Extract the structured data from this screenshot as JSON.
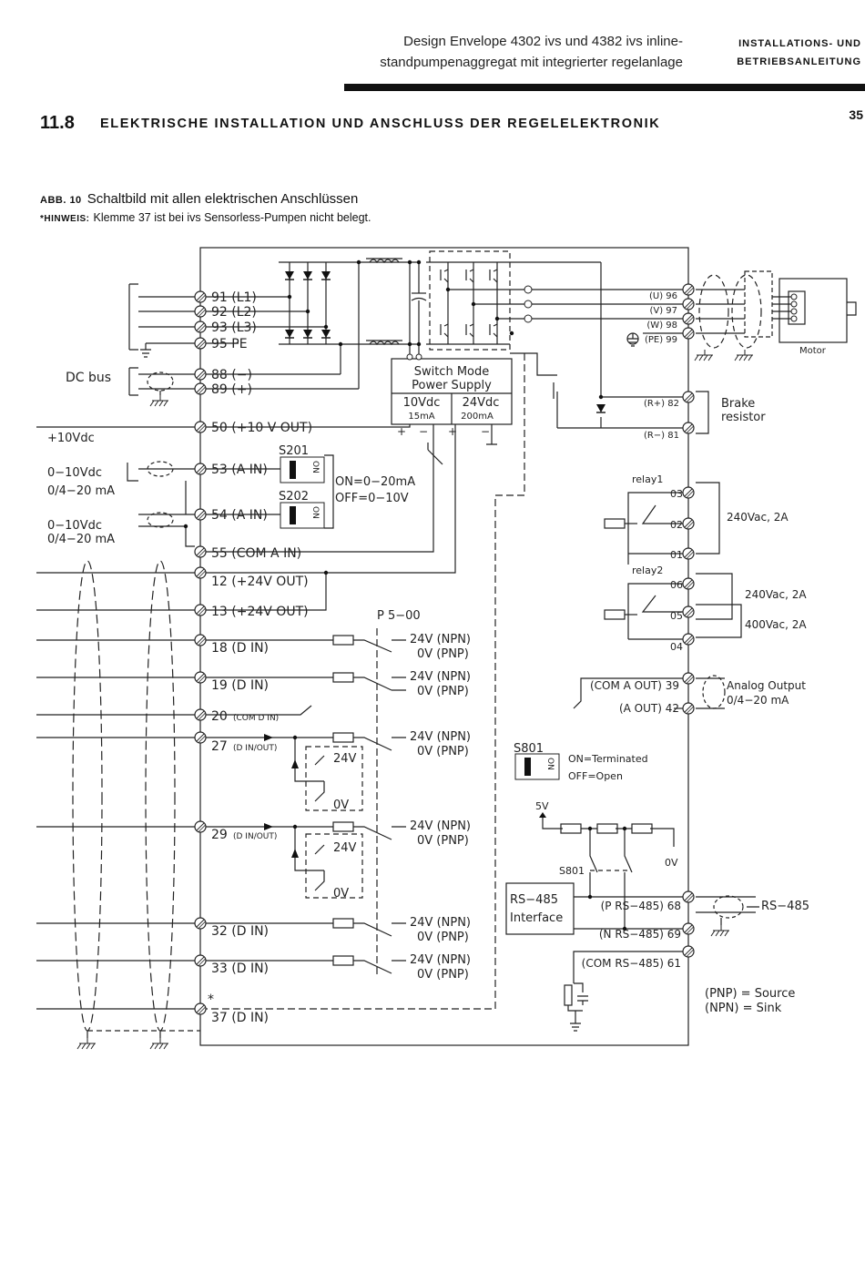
{
  "header": {
    "title_line1": "Design Envelope 4302 ivs und 4382 ivs inline-",
    "title_line2": "standpumpenaggregat mit integrierter regelanlage",
    "manual_line1": "INSTALLATIONS- UND",
    "manual_line2": "BETRIEBSANLEITUNG",
    "page_number": "35"
  },
  "section": {
    "number": "11.8",
    "title": "ELEKTRISCHE INSTALLATION UND ANSCHLUSS DER REGELELEKTRONIK"
  },
  "figure": {
    "label": "ABB. 10",
    "caption": "Schaltbild mit allen elektrischen Anschlüssen",
    "note_label": "*HINWEIS:",
    "note_text": "Klemme 37 ist bei ivs Sensorless-Pumpen nicht belegt."
  },
  "diagram": {
    "mains_terminals": [
      "91 (L1)",
      "92 (L2)",
      "93 (L3)",
      "95 PE"
    ],
    "dc_bus_label": "DC bus",
    "dc_terminals": [
      "88 (−)",
      "89 (+)"
    ],
    "smps": {
      "title1": "Switch Mode",
      "title2": "Power Supply",
      "out1": "10Vdc",
      "out1_cur": "15mA",
      "out2": "24Vdc",
      "out2_cur": "200mA"
    },
    "ext_labels": {
      "plus10": "+10Vdc",
      "ain1a": "0−10Vdc",
      "ain1b": "0/4−20 mA",
      "ain2a": "0−10Vdc",
      "ain2b": "0/4−20 mA"
    },
    "analog_terminals": [
      "50 (+10 V OUT)",
      "53 (A IN)",
      "54 (A IN)",
      "55 (COM A IN)"
    ],
    "switches": {
      "s201": "S201",
      "s202": "S202",
      "on_label": "ON",
      "mode_on": "ON=0−20mA",
      "mode_off": "OFF=0−10V"
    },
    "supply_terminals": [
      "12 (+24V OUT)",
      "13 (+24V OUT)"
    ],
    "param": "P 5−00",
    "digital": {
      "t18": "18 (D IN)",
      "t19": "19 (D IN)",
      "t20_num": "20",
      "t20_sub": "(COM D IN)",
      "t27_num": "27",
      "t27_sub": "(D IN/OUT)",
      "t29_num": "29",
      "t29_sub": "(D IN/OUT)",
      "t32": "32 (D IN)",
      "t33": "33 (D IN)",
      "t37": "37 (D IN)",
      "star": "*"
    },
    "npn": "24V (NPN)",
    "pnp": "0V (PNP)",
    "io_24v": "24V",
    "io_0v": "0V",
    "motor_terminals": [
      "(U) 96",
      "(V) 97",
      "(W) 98",
      "(PE) 99"
    ],
    "motor_label": "Motor",
    "brake_terminals": [
      "(R+) 82",
      "(R−) 81"
    ],
    "brake_label1": "Brake",
    "brake_label2": "resistor",
    "relay1": {
      "label": "relay1",
      "pins": [
        "03",
        "02",
        "01"
      ],
      "rating": "240Vac, 2A"
    },
    "relay2": {
      "label": "relay2",
      "pins": [
        "06",
        "05",
        "04"
      ],
      "rating1": "240Vac, 2A",
      "rating2": "400Vac, 2A"
    },
    "analog_out_terminals": [
      "(COM A OUT) 39",
      "(A OUT) 42"
    ],
    "analog_out_label1": "Analog Output",
    "analog_out_label2": "0/4−20 mA",
    "s801": {
      "label": "S801",
      "on_label": "ON",
      "on": "ON=Terminated",
      "off": "OFF=Open"
    },
    "bus_5v": "5V",
    "bus_0v": "0V",
    "s801_tag": "S801",
    "rs485_box1": "RS−485",
    "rs485_box2": "Interface",
    "rs485_terminals": [
      "(P RS−485) 68",
      "(N RS−485) 69",
      "(COM RS−485) 61"
    ],
    "rs485_label": "RS−485",
    "legend1": "(PNP) = Source",
    "legend2": "(NPN) = Sink"
  }
}
